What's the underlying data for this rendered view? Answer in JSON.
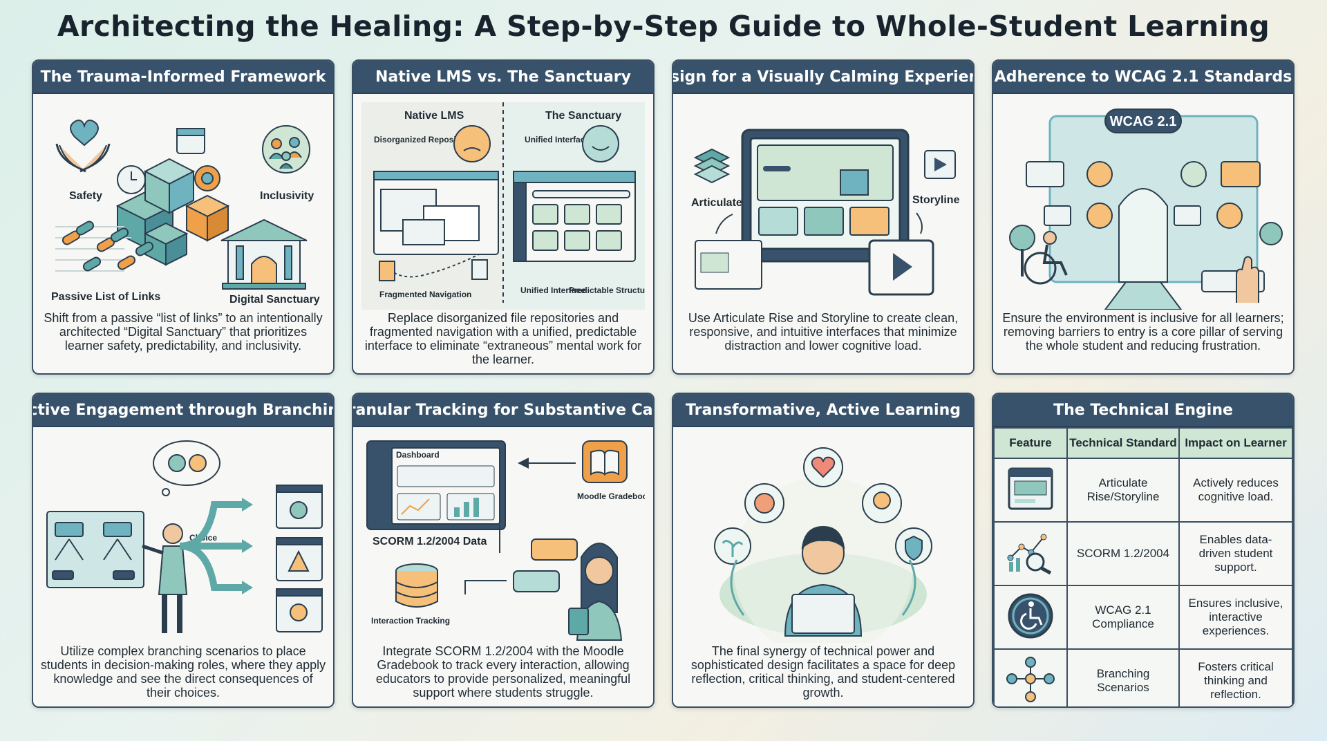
{
  "title": "Architecting the Healing: A Step-by-Step Guide to Whole-Student Learning",
  "panels": {
    "framework": {
      "heading": "The Trauma-Informed Framework",
      "labels": {
        "safety": "Safety",
        "inclusivity": "Inclusivity",
        "passive": "Passive List of Links",
        "sanctuary": "Digital Sanctuary"
      },
      "description": "Shift from a passive “list of links” to an intentionally architected “Digital Sanctuary” that prioritizes learner safety, predictability, and inclusivity."
    },
    "lms": {
      "heading": "Native LMS vs. The Sanctuary",
      "labels": {
        "native": "Native LMS",
        "sanctuary": "The Sanctuary",
        "disorganized": "Disorganized Repositories",
        "fragmented": "Fragmented Navigation",
        "unified_top": "Unified Interface",
        "unified_bottom": "Unified Interface",
        "predictable": "Predictable Structure"
      },
      "description": "Replace disorganized file repositories and fragmented navigation with a unified, predictable interface to eliminate “extraneous” mental work for the learner."
    },
    "design": {
      "heading": "Design for a Visually Calming Experience",
      "labels": {
        "rise": "Articulate Rise",
        "storyline": "Storyline"
      },
      "description": "Use Articulate Rise and Storyline to create clean, responsive, and intuitive interfaces that minimize distraction and lower cognitive load."
    },
    "wcag": {
      "heading": "Adherence to WCAG 2.1 Standards",
      "labels": {
        "badge": "WCAG 2.1"
      },
      "description": "Ensure the environment is inclusive for all learners; removing barriers to entry is a core pillar of serving the whole student and reducing frustration."
    },
    "branching": {
      "heading": "Active Engagement through Branching",
      "labels": {
        "choice": "Choice"
      },
      "description": "Utilize complex branching scenarios to place students in decision-making roles, where they apply knowledge and see the direct consequences of their choices."
    },
    "tracking": {
      "heading": "Granular Tracking for Substantive Care",
      "labels": {
        "dashboard": "Dashboard",
        "scorm": "SCORM 1.2/2004 Data",
        "moodle": "Moodle Gradebook",
        "interaction": "Interaction Tracking"
      },
      "description": "Integrate SCORM 1.2/2004 with the Moodle Gradebook to track every interaction, allowing educators to provide personalized, meaningful support where students struggle."
    },
    "transformative": {
      "heading": "Transformative, Active Learning",
      "description": "The final synergy of technical power and sophisticated design facilitates a space for deep reflection, critical thinking, and student-centered growth."
    },
    "engine": {
      "heading": "The Technical Engine",
      "columns": [
        "Feature",
        "Technical Standard",
        "Impact on Learner"
      ],
      "rows": [
        {
          "icon": "window-layout-icon",
          "standard": "Articulate Rise/Storyline",
          "impact": "Actively reduces cognitive load."
        },
        {
          "icon": "data-magnifier-icon",
          "standard": "SCORM 1.2/2004",
          "impact": "Enables data-driven student support."
        },
        {
          "icon": "wheelchair-icon",
          "standard": "WCAG 2.1 Compliance",
          "impact": "Ensures inclusive, interactive experiences."
        },
        {
          "icon": "branching-nodes-icon",
          "standard": "Branching Scenarios",
          "impact": "Fosters critical thinking and reflection."
        }
      ]
    }
  },
  "colors": {
    "header": "#37526a",
    "teal": "#5fa8a8",
    "orange": "#f0a048",
    "green": "#cfe6d4",
    "cream": "#f7f8f5"
  }
}
